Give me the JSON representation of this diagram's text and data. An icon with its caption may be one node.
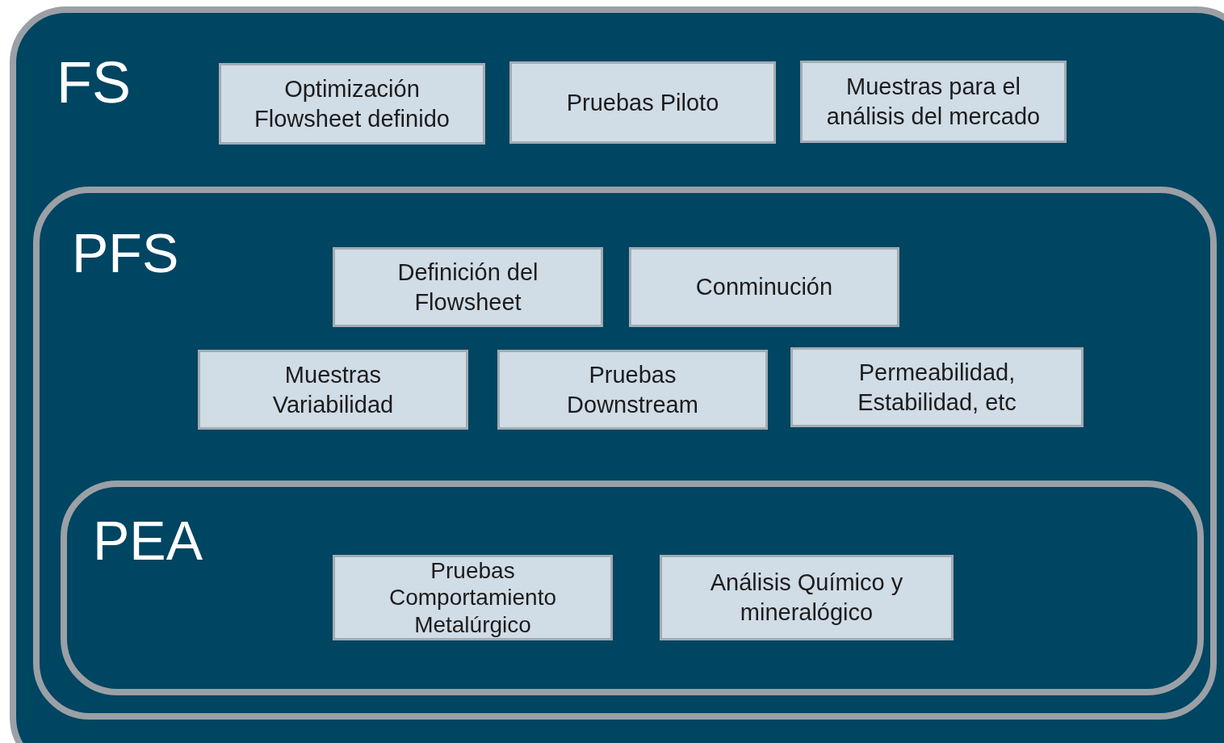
{
  "diagram": {
    "nodes": [
      {
        "text": [
          "FS"
        ]
      },
      {
        "text": [
          "Optimización Flowsheet definido"
        ],
        "in": 0
      },
      {
        "text": [
          "Pruebas Piloto"
        ],
        "in": 0
      },
      {
        "text": [
          "Muestras para el análisis del mercado"
        ],
        "in": 0
      },
      {
        "text": [
          "PFS"
        ],
        "in": 0
      },
      {
        "text": [
          "Definición del Flowsheet"
        ],
        "in": 4
      },
      {
        "text": [
          "Conminución"
        ],
        "in": 4
      },
      {
        "text": [
          "Muestras Variabilidad"
        ],
        "in": 4
      },
      {
        "text": [
          "Pruebas Downstream"
        ],
        "in": 4
      },
      {
        "text": [
          "Permeabilidad, Estabilidad, etc"
        ],
        "in": 4
      },
      {
        "text": [
          "PEA"
        ],
        "in": 4
      },
      {
        "text": [
          "Pruebas Comportamiento Metalúrgico"
        ],
        "in": 10
      },
      {
        "text": [
          "Análisis Químico y mineralógico"
        ],
        "in": 10
      }
    ]
  }
}
